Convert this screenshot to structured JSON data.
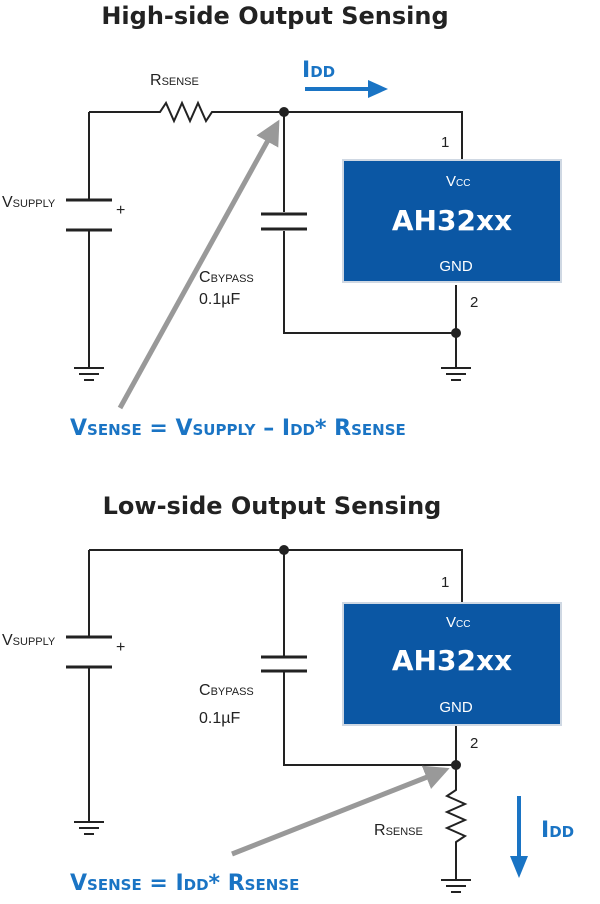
{
  "colors": {
    "accent": "#1a74c4",
    "chip": "#0b57a4",
    "wire": "#222222",
    "pointer": "#999999"
  },
  "high_side": {
    "title": "High-side Output Sensing",
    "r_sense": {
      "main": "R",
      "sub": "SENSE"
    },
    "v_supply": {
      "main": "V",
      "sub": "SUPPLY"
    },
    "plus": "+",
    "c_bypass": {
      "main": "C",
      "sub": "BYPASS",
      "value": "0.1µF"
    },
    "i_dd": {
      "main": "I",
      "sub": "DD"
    },
    "chip": {
      "vcc_main": "V",
      "vcc_sub": "CC",
      "name": "AH32xx",
      "gnd": "GND",
      "pin1": "1",
      "pin2": "2"
    },
    "equation": {
      "v": "V",
      "sense1": "SENSE",
      "eq": " = ",
      "v2": "V",
      "supply": "SUPPLY",
      "minus": " – ",
      "i": "I",
      "dd": "DD",
      "star": "* ",
      "r": "R",
      "sense2": "SENSE"
    }
  },
  "low_side": {
    "title": "Low-side Output Sensing",
    "r_sense": {
      "main": "R",
      "sub": "SENSE"
    },
    "v_supply": {
      "main": "V",
      "sub": "SUPPLY"
    },
    "plus": "+",
    "c_bypass": {
      "main": "C",
      "sub": "BYPASS",
      "value": "0.1µF"
    },
    "i_dd": {
      "main": "I",
      "sub": "DD"
    },
    "chip": {
      "vcc_main": "V",
      "vcc_sub": "CC",
      "name": "AH32xx",
      "gnd": "GND",
      "pin1": "1",
      "pin2": "2"
    },
    "equation": {
      "v": "V",
      "sense1": "SENSE",
      "eq": " = ",
      "i": "I",
      "dd": "DD",
      "star": "* ",
      "r": "R",
      "sense2": "SENSE"
    }
  }
}
